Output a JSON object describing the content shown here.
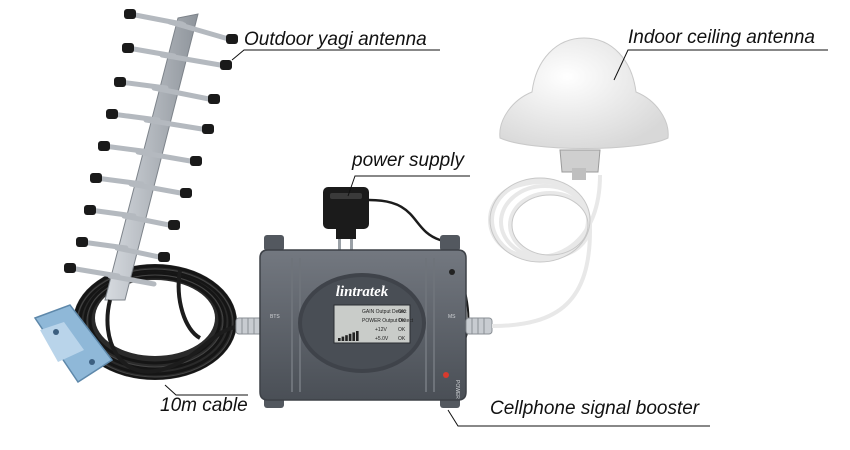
{
  "labels": {
    "outdoor_antenna": "Outdoor yagi antenna",
    "indoor_antenna": "Indoor ceiling antenna",
    "power_supply": "power supply",
    "cable": "10m cable",
    "booster": "Cellphone signal booster"
  },
  "device": {
    "brand": "lintratek",
    "lcd_lines": [
      {
        "text": "GAIN Output Detect",
        "status": "OK"
      },
      {
        "text": "POWER Output Detect",
        "status": "OK"
      },
      {
        "text": "+12V",
        "status": "OK"
      },
      {
        "text": "+5.0V",
        "status": "OK"
      }
    ],
    "signal_bars": 6,
    "port_labels": {
      "left": "BTS",
      "right": "MS"
    },
    "power_label": "POWER"
  },
  "colors": {
    "booster_body": "#5c6169",
    "cable": "#1c1c1c",
    "indoor_cable": "#f2f2f2",
    "antenna_metal": "#b9bec4",
    "bracket": "#8fb8d8"
  }
}
